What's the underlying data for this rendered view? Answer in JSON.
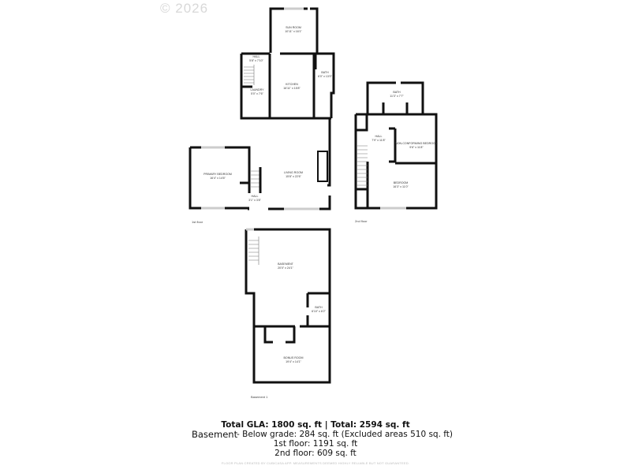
{
  "watermark": "© 2026",
  "floors": {
    "first": {
      "label": "1st floor",
      "rooms": [
        {
          "name": "SUN ROOM",
          "dims": "10'11\" x 16'1\""
        },
        {
          "name": "HALL",
          "dims": "5'8\" x 7'10\""
        },
        {
          "name": "LAUNDRY",
          "dims": "5'0\" x 7'6\""
        },
        {
          "name": "KITCHEN",
          "dims": "16'11\" x 15'8\""
        },
        {
          "name": "BATH",
          "dims": "6'0\" x 13'0\""
        },
        {
          "name": "PRIMARY BEDROOM",
          "dims": "16'4\" x 14'6\""
        },
        {
          "name": "LIVING ROOM",
          "dims": "15'8\" x 22'6\""
        },
        {
          "name": "HALL",
          "dims": "3'1\" x 3'8\""
        }
      ]
    },
    "second": {
      "label": "2nd floor",
      "rooms": [
        {
          "name": "BATH",
          "dims": "11'3\" x 7'7\""
        },
        {
          "name": "HALL",
          "dims": "7'9\" x 11'8\""
        },
        {
          "name": "NON-CONFORMING BEDROOM",
          "dims": "9'6\" x 11'8\""
        },
        {
          "name": "BEDROOM",
          "dims": "16'3\" x 11'0\""
        }
      ]
    },
    "basement": {
      "label": "Basement 1",
      "rooms": [
        {
          "name": "BASEMENT",
          "dims": "20'0\" x 24'1\""
        },
        {
          "name": "BATH",
          "dims": "6'10\" x 8'2\""
        },
        {
          "name": "BONUS ROOM",
          "dims": "19'4\" x 14'1\""
        }
      ]
    }
  },
  "summary": {
    "total": "Total GLA: 1800 sq. ft | Total: 2594 sq. ft",
    "basement_label": "Basement",
    "basement_detail": "- Below grade: 284 sq. ft (Excluded areas 510 sq. ft)",
    "first_floor": "1st floor: 1191 sq. ft",
    "second_floor": "2nd floor: 609 sq. ft"
  },
  "footer": "FLOOR PLAN CREATED BY CUBICASA APP. MEASUREMENTS DEEMED HIGHLY RELIABLE BUT NOT GUARANTEED."
}
